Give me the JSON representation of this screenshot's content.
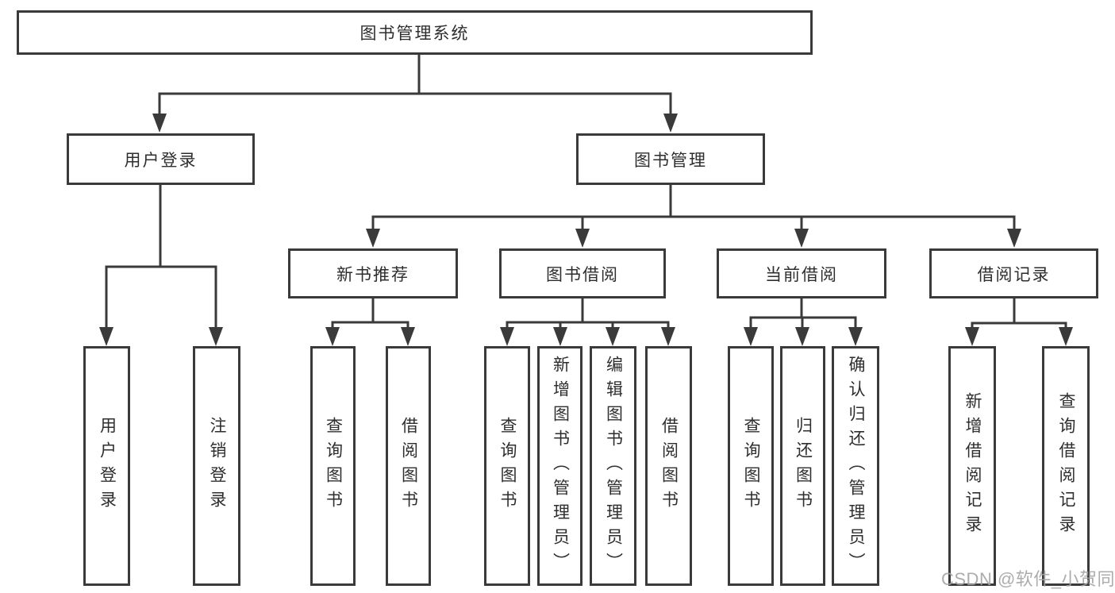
{
  "diagram": {
    "type": "functional-structure-tree",
    "nodes": {
      "root": {
        "label": "图书管理系统"
      },
      "user_login_group": {
        "label": "用户登录"
      },
      "book_management": {
        "label": "图书管理"
      },
      "user_login": {
        "label": "用户登录"
      },
      "logout_login": {
        "label": "注销登录"
      },
      "new_book_recommend": {
        "label": "新书推荐"
      },
      "book_borrowing": {
        "label": "图书借阅"
      },
      "current_borrowing": {
        "label": "当前借阅"
      },
      "borrowing_records": {
        "label": "借阅记录"
      },
      "nb_query_books": {
        "label": "查询图书"
      },
      "nb_borrow_books": {
        "label": "借阅图书"
      },
      "bb_query_books": {
        "label": "查询图书"
      },
      "bb_add_books": {
        "label": "新增图书（管理员）"
      },
      "bb_edit_books": {
        "label": "编辑图书（管理员）"
      },
      "bb_borrow_books": {
        "label": "借阅图书"
      },
      "cb_query_books": {
        "label": "查询图书"
      },
      "cb_return_books": {
        "label": "归还图书"
      },
      "cb_confirm_return": {
        "label": "确认归还（管理员）"
      },
      "br_add_record": {
        "label": "新增借阅记录"
      },
      "br_query_record": {
        "label": "查询借阅记录"
      }
    },
    "edges": {
      "root": [
        "user_login_group",
        "book_management"
      ],
      "user_login_group": [
        "user_login",
        "logout_login"
      ],
      "book_management": [
        "new_book_recommend",
        "book_borrowing",
        "current_borrowing",
        "borrowing_records"
      ],
      "new_book_recommend": [
        "nb_query_books",
        "nb_borrow_books"
      ],
      "book_borrowing": [
        "bb_query_books",
        "bb_add_books",
        "bb_edit_books",
        "bb_borrow_books"
      ],
      "current_borrowing": [
        "cb_query_books",
        "cb_return_books",
        "cb_confirm_return"
      ],
      "borrowing_records": [
        "br_add_record",
        "br_query_record"
      ]
    },
    "colors": {
      "line": "#3a3a3a",
      "box_border": "#3a3a3a",
      "box_background": "#ffffff",
      "text": "#2e2e2e",
      "watermark": "#a3a3a3"
    }
  },
  "watermark": {
    "text": "CSDN @软件_小贺同学"
  }
}
